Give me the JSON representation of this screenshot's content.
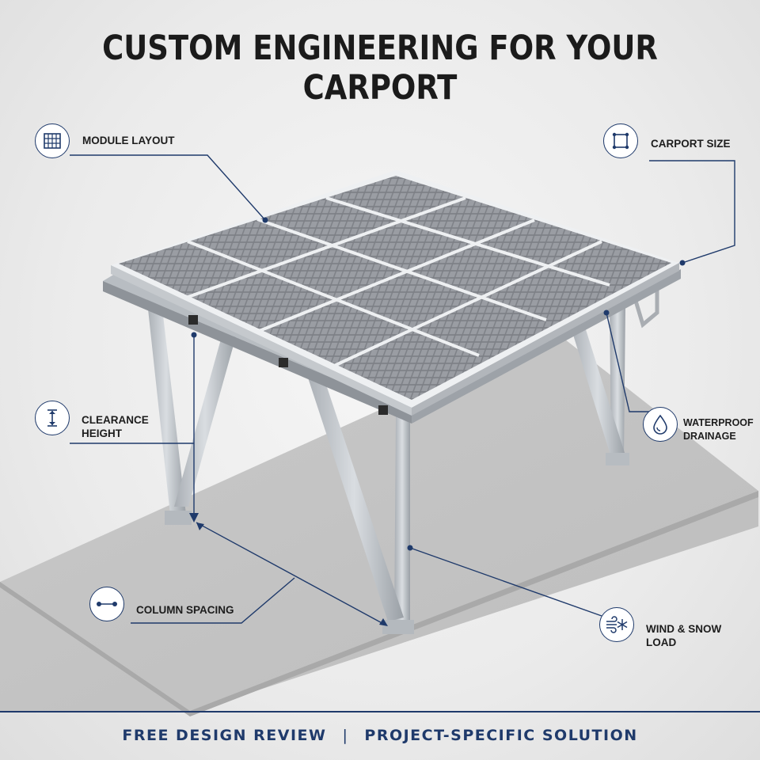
{
  "title": "CUSTOM ENGINEERING FOR YOUR CARPORT",
  "callouts": {
    "module_layout": {
      "label": "MODULE LAYOUT",
      "icon": "grid-icon"
    },
    "carport_size": {
      "label": "CARPORT SIZE",
      "icon": "square-frame-icon"
    },
    "clearance_height": {
      "label": "CLEARANCE\nHEIGHT",
      "icon": "vertical-arrow-icon"
    },
    "waterproof_drainage": {
      "label": "WATERPROOF\nDRAINAGE",
      "icon": "water-drop-icon"
    },
    "column_spacing": {
      "label": "COLUMN SPACING",
      "icon": "horizontal-dots-icon"
    },
    "wind_snow_load": {
      "label": "WIND & SNOW\nLOAD",
      "icon": "wind-snowflake-icon"
    }
  },
  "footer": {
    "left": "FREE DESIGN REVIEW",
    "separator": "|",
    "right": "PROJECT-SPECIFIC SOLUTION"
  },
  "colors": {
    "accent": "#1f3a6b",
    "text": "#1b1b1b"
  }
}
